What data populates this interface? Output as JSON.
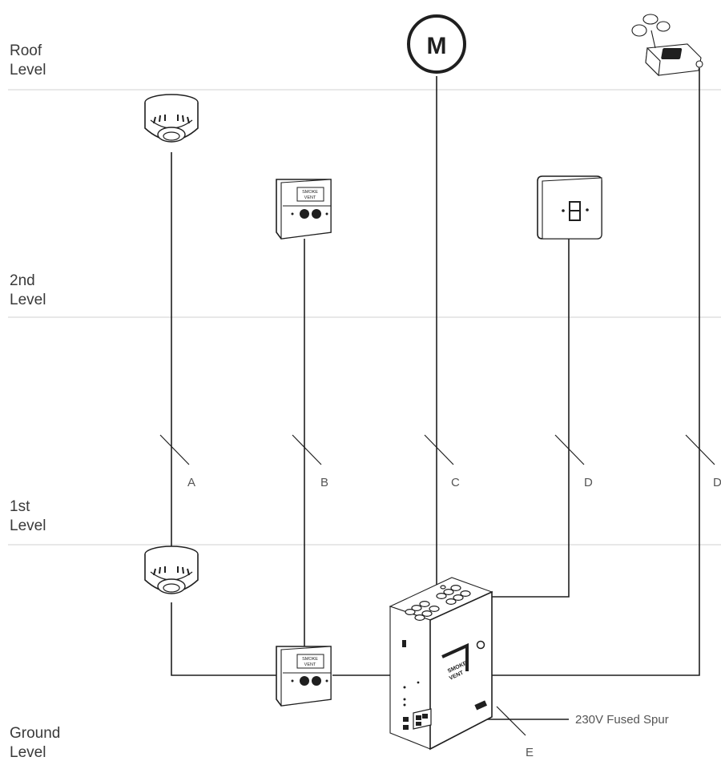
{
  "levels": {
    "roof": [
      "Roof",
      "Level"
    ],
    "second": [
      "2nd",
      "Level"
    ],
    "first": [
      "1st",
      "Level"
    ],
    "ground": [
      "Ground",
      "Level"
    ]
  },
  "cable_labels": [
    "A",
    "B",
    "C",
    "D",
    "D",
    "E"
  ],
  "motor_symbol": "M",
  "call_point_text": [
    "SMOKE",
    "VENT"
  ],
  "panel_logo_text": [
    "SMOKE",
    "VENT"
  ],
  "spur_label": "230V Fused Spur",
  "colors": {
    "line": "#1f1f1f",
    "floor_line": "#d9d9d9",
    "text": "#3a3a3a"
  }
}
